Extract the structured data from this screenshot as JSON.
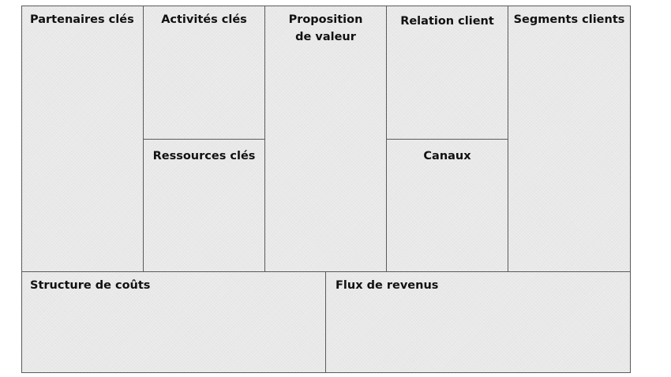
{
  "canvas": {
    "partners": "Partenaires clés",
    "activities": "Activités clés",
    "resources": "Ressources clés",
    "value_line1": "Proposition",
    "value_line2": "de valeur",
    "relations": "Relation client",
    "channels": "Canaux",
    "segments": "Segments clients",
    "costs": "Structure de coûts",
    "revenues": "Flux de revenus"
  },
  "colors": {
    "cell_fill": "#e9e9e9",
    "border": "#5a5a5a",
    "text": "#111111"
  }
}
